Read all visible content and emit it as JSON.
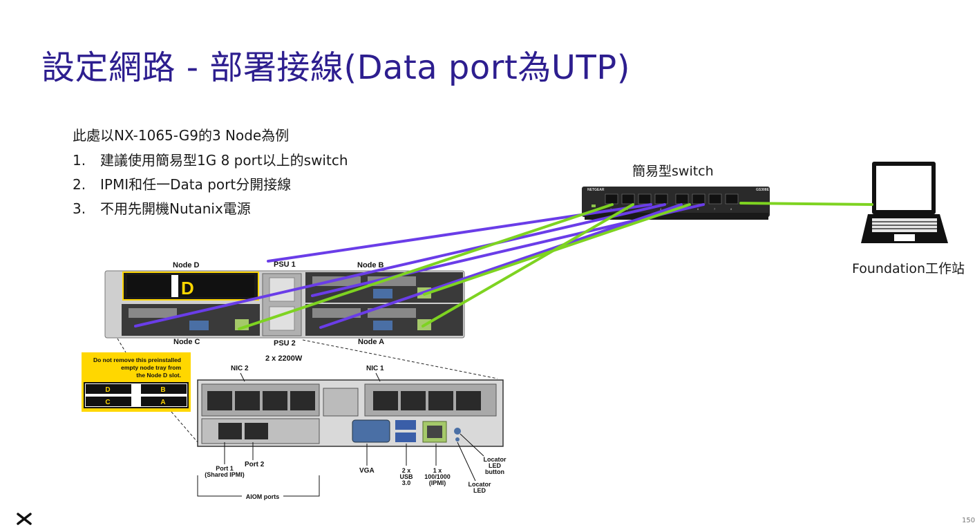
{
  "title": "設定網路 - 部署接線(Data port為UTP)",
  "intro": "此處以NX-1065-G9的3 Node為例",
  "steps": [
    {
      "num": "1.",
      "text": "建議使用簡易型1G 8 port以上的switch"
    },
    {
      "num": "2.",
      "text": "IPMI和任一Data port分開接線"
    },
    {
      "num": "3.",
      "text": "不用先開機Nutanix電源"
    }
  ],
  "switch": {
    "label": "簡易型switch",
    "brand": "NETGEAR",
    "model": "GS308E",
    "port_numbers": [
      "1",
      "2",
      "3",
      "4",
      "5",
      "6",
      "7",
      "8"
    ]
  },
  "workstation": {
    "label": "Foundation工作站"
  },
  "chassis": {
    "node_d": "Node D",
    "node_b": "Node B",
    "node_c": "Node C",
    "node_a": "Node A",
    "psu1": "PSU 1",
    "psu2": "PSU 2",
    "psu_spec": "2 x 2200W",
    "d_blank": "D"
  },
  "yellow_note": {
    "lines": [
      "Do not remove this preinstalled",
      "empty node tray from",
      "the Node D slot."
    ],
    "grid": [
      "D",
      "B",
      "C",
      "A"
    ]
  },
  "detail": {
    "nic2": "NIC 2",
    "nic1": "NIC 1",
    "port1": "Port 1",
    "port1_sub": "(Shared IPMI)",
    "port2": "Port 2",
    "vga": "VGA",
    "usb": [
      "2 x",
      "USB",
      "3.0"
    ],
    "ipmi": [
      "1 x",
      "100/1000",
      "(IPMI)"
    ],
    "locator_button": [
      "Locator",
      "LED",
      "button"
    ],
    "locator_led": [
      "Locator",
      "LED"
    ],
    "aiom": "AIOM ports"
  },
  "colors": {
    "title": "#2d1e8f",
    "purple_cable": "#6a3de8",
    "green_cable": "#7ed321",
    "label_yellow": "#ffd700"
  },
  "icons": {
    "logo": "nutanix-x-logo"
  },
  "page_number": "150"
}
